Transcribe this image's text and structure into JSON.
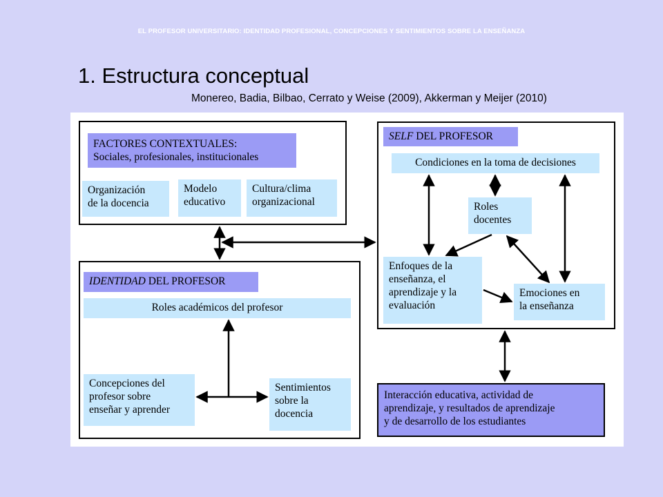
{
  "header": "EL PROFESOR UNIVERSITARIO: IDENTIDAD PROFESIONAL, CONCEPCIONES Y SENTIMIENTOS SOBRE LA ENSEÑANZA",
  "title": "1. Estructura conceptual",
  "subtitle": "Monereo, Badia, Bilbao, Cerrato y Weise (2009),  Akkerman y Meijer (2010)",
  "diagram": {
    "factores": {
      "line1": "FACTORES CONTEXTUALES:",
      "line2": "Sociales, profesionales, institucionales",
      "organizacion": {
        "line1": "Organización",
        "line2": "de la docencia"
      },
      "modelo": {
        "line1": "Modelo",
        "line2": "educativo"
      },
      "cultura": {
        "line1": "Cultura/clima",
        "line2": "organizacional"
      }
    },
    "self": {
      "header_italic": "SELF",
      "header_rest": " DEL PROFESOR",
      "condiciones": "Condiciones en la toma de decisiones",
      "roles": {
        "line1": "Roles",
        "line2": "docentes"
      },
      "enfoques": {
        "line1": "Enfoques de la",
        "line2": "enseñanza, el",
        "line3": "aprendizaje y la",
        "line4": "evaluación"
      },
      "emociones": {
        "line1": "Emociones en",
        "line2": "la enseñanza"
      }
    },
    "identidad": {
      "header_italic": "IDENTIDAD",
      "header_rest": " DEL PROFESOR",
      "roles_academicos": "Roles académicos del profesor",
      "concepciones": {
        "line1": "Concepciones del",
        "line2": "profesor sobre",
        "line3": "enseñar y aprender"
      },
      "sentimientos": {
        "line1": "Sentimientos",
        "line2": "sobre la",
        "line3": "docencia"
      }
    },
    "interaccion": {
      "line1": "Interacción educativa, actividad de",
      "line2": "aprendizaje, y resultados de aprendizaje",
      "line3": "y de desarrollo de los estudiantes"
    }
  },
  "colors": {
    "background": "#d4d4f9",
    "light_box": "#c7e8fd",
    "purple_box": "#9b9bf5",
    "header_text": "#ffffff"
  }
}
